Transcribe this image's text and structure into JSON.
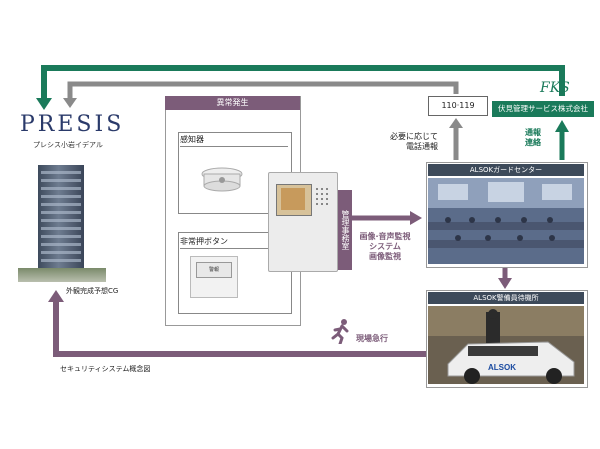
{
  "brand": {
    "name": "PRESIS",
    "subtitle": "プレシス小岩イデアル"
  },
  "captions": {
    "exterior": "外観完成予想CG",
    "system": "セキュリティシステム概念図"
  },
  "alarm": {
    "header": "異常発生",
    "sensor_label": "感知器",
    "button_label": "非常押ボタン",
    "button_panel_text": "警報"
  },
  "management_room": "管理事務室",
  "image_monitoring": {
    "line1": "画像·音声監視",
    "line2": "システム",
    "line3": "画像監視"
  },
  "police": {
    "label": "110·119",
    "note_line1": "必要に応じて",
    "note_line2": "電話通報"
  },
  "fks": {
    "logo": "FKS",
    "company": "伏見管理サービス株式会社",
    "notify_line1": "通報",
    "notify_line2": "連絡"
  },
  "guard_center": {
    "title": "ALSOKガードセンター"
  },
  "standby": {
    "title": "ALSOK警備員待機所",
    "car_text": "ALSOK"
  },
  "rush": "現場急行",
  "colors": {
    "green": "#1a7a5a",
    "gray": "#888888",
    "purple": "#7c5c79",
    "dark": "#3d4a5a"
  }
}
